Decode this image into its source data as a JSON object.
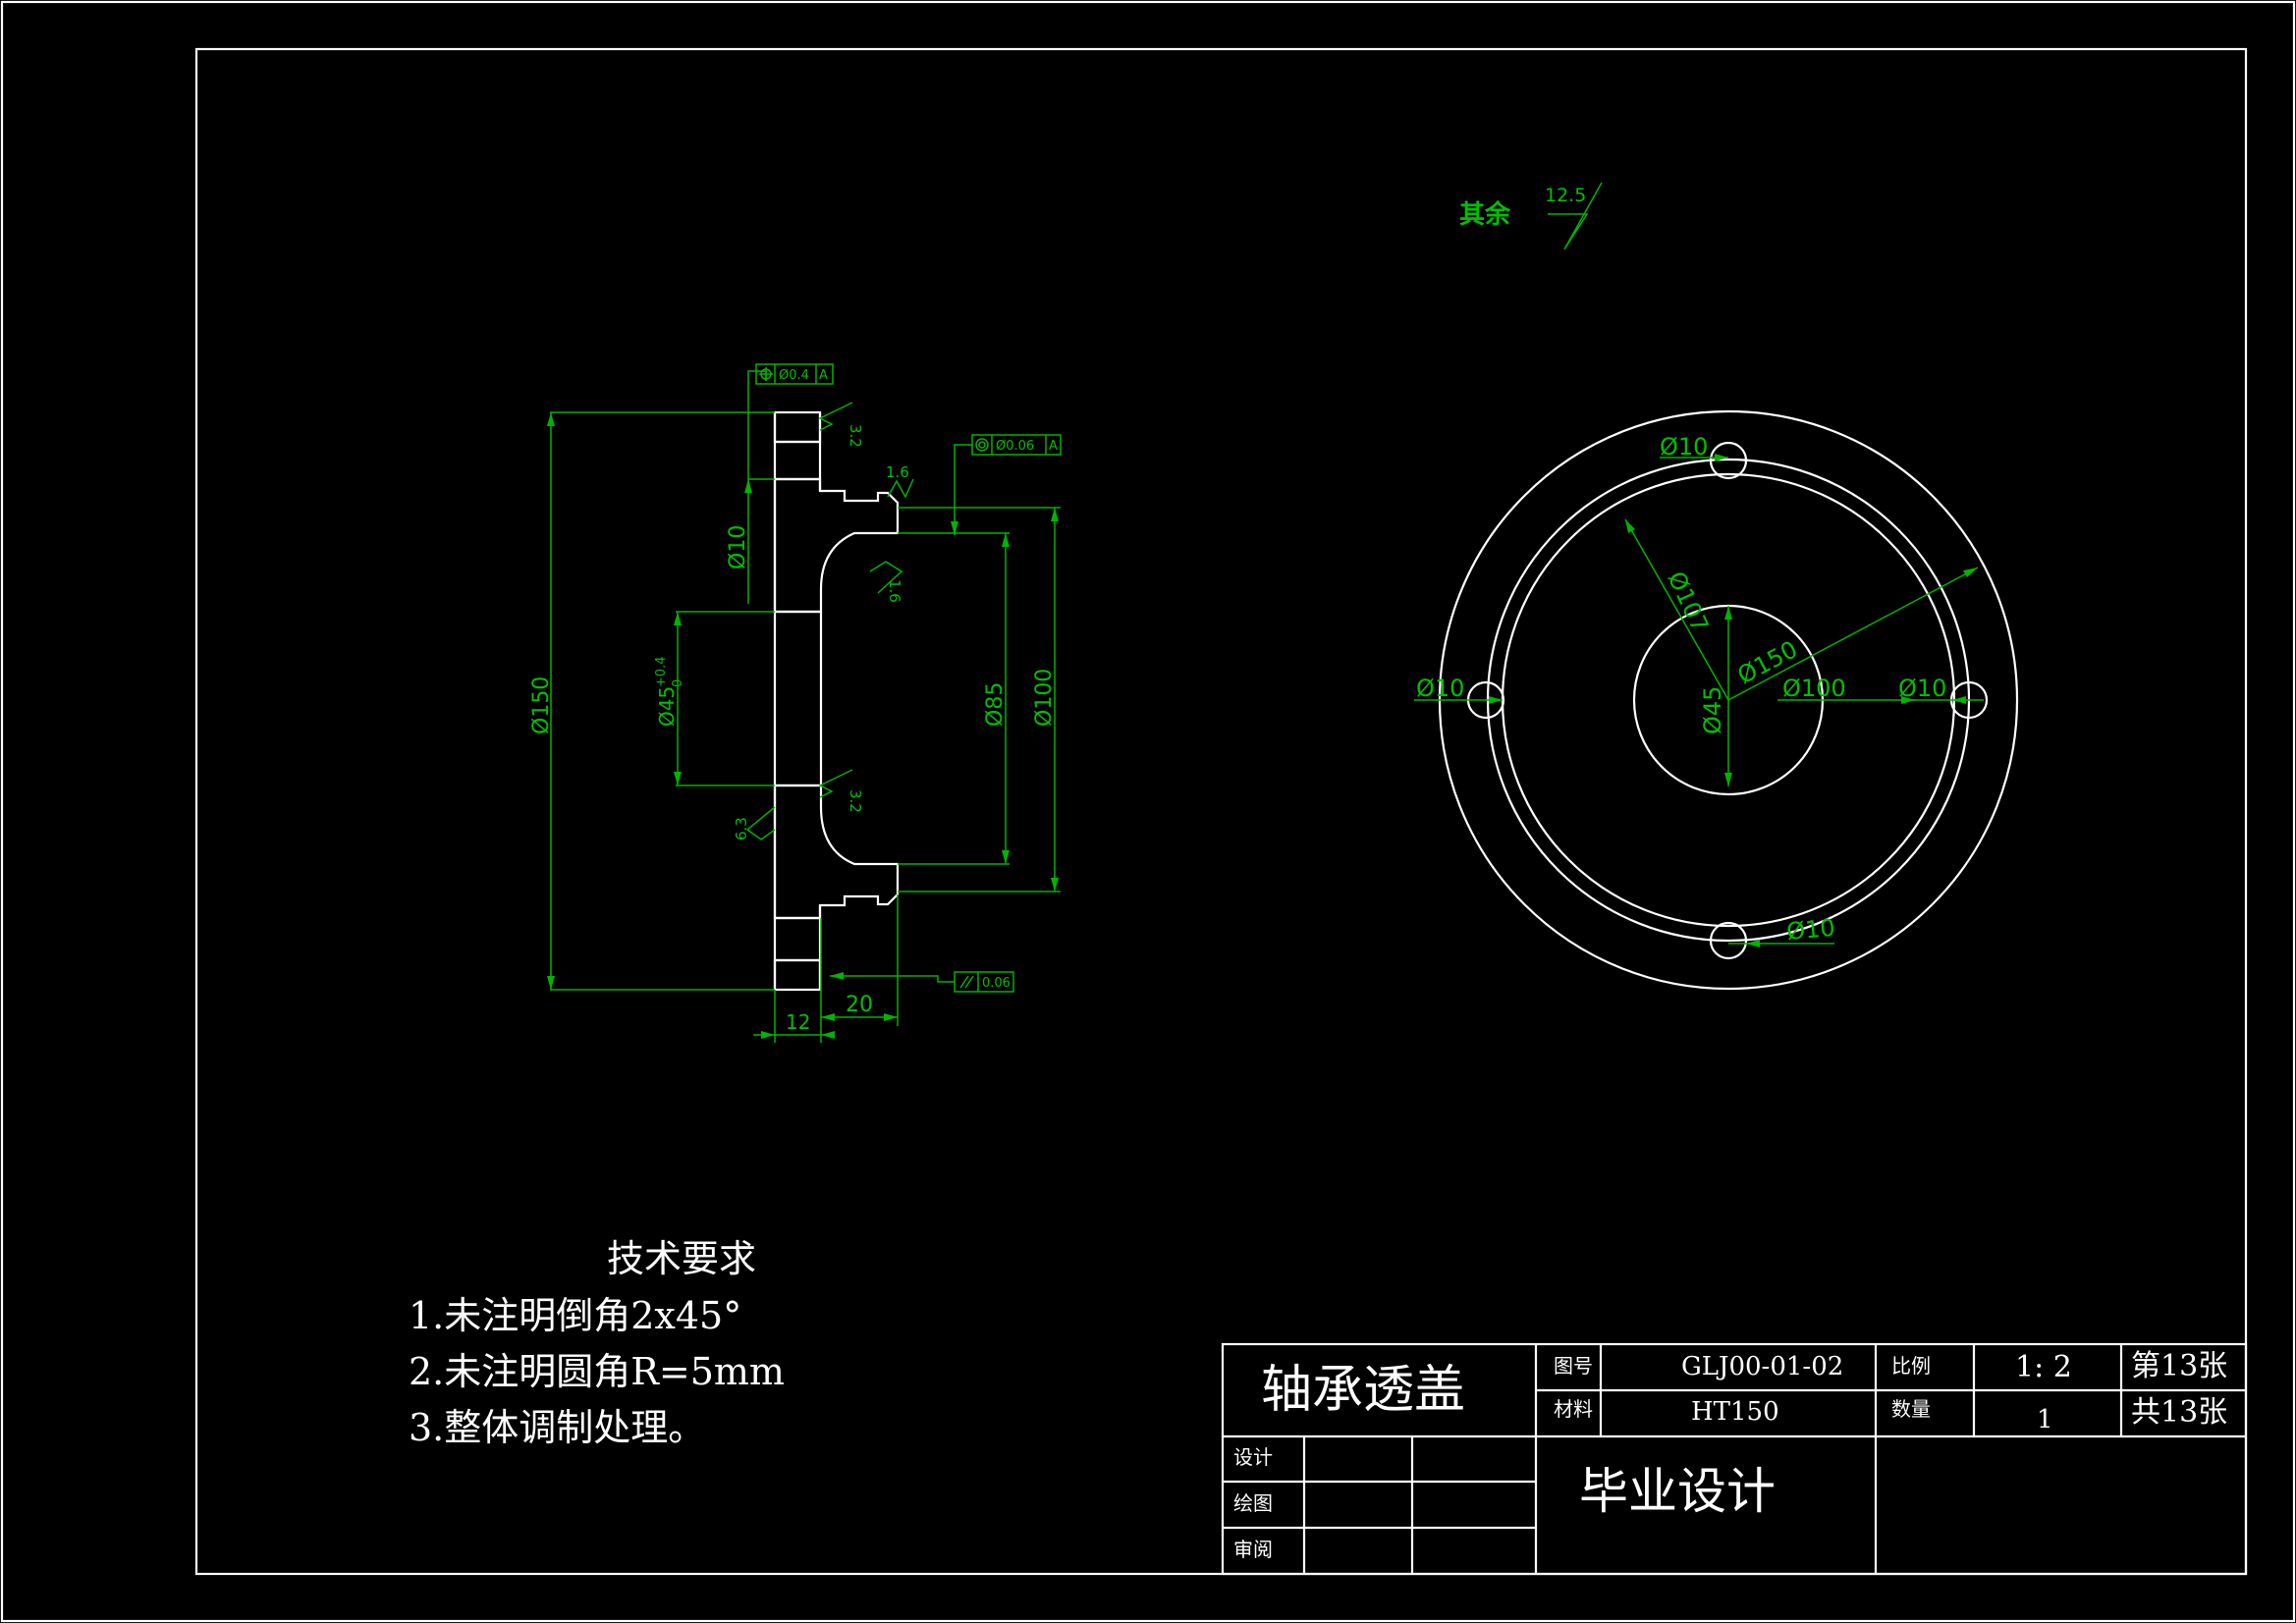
{
  "roughness": {
    "other_label": "其余",
    "other_value": "12.5",
    "r32a": "3.2",
    "r16a": "1.6",
    "r16b": "1.6",
    "r32b": "3.2",
    "r63": "6.3"
  },
  "tolerances": {
    "position": {
      "value": "Ø0.4",
      "datum": "A"
    },
    "runout": {
      "value": "Ø0.06",
      "datum": "A"
    },
    "parallel": {
      "value": "0.06"
    }
  },
  "side_view_dims": {
    "d150": "Ø150",
    "d10": "Ø10",
    "d45": "Ø45",
    "d45_tol_up": "+0.4",
    "d45_tol_low": "0",
    "d85": "Ø85",
    "d100": "Ø100",
    "w12": "12",
    "w20": "20"
  },
  "front_view_dims": {
    "d10_top": "Ø10",
    "d10_left": "Ø10",
    "d10_right": "Ø10",
    "d10_bottom": "Ø10",
    "d107": "Ø107",
    "d150": "Ø150",
    "d100": "Ø100",
    "d45": "Ø45"
  },
  "tech_requirements": {
    "title": "技术要求",
    "items": [
      "1.未注明倒角2x45°",
      "2.未注明圆角R=5mm",
      "3.整体调制处理。"
    ]
  },
  "title_block": {
    "part_name": "轴承透盖",
    "drawing_no_label": "图号",
    "drawing_no": "GLJ00-01-02",
    "scale_label": "比例",
    "scale": "1: 2",
    "sheet": "第13张",
    "material_label": "材料",
    "material": "HT150",
    "qty_label": "数量",
    "qty": "1",
    "total": "共13张",
    "design_label": "设计",
    "draw_label": "绘图",
    "review_label": "审阅",
    "project": "毕业设计"
  }
}
